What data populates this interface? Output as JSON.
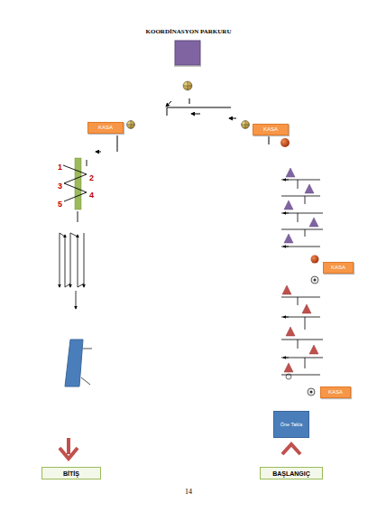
{
  "diagram": {
    "title": "KOORDİNASYON PARKURU",
    "nodes": [
      {
        "text": [
          "KASA"
        ]
      },
      {
        "text": [
          "KASA"
        ]
      },
      {
        "text": [
          "KASA"
        ]
      },
      {
        "text": [
          "KASA"
        ]
      },
      {
        "text": [
          "Öne Takla"
        ]
      },
      {
        "text": [
          "BİTİŞ"
        ]
      },
      {
        "text": [
          "BAŞLANGIÇ"
        ]
      }
    ],
    "labels": [
      "1",
      "2",
      "3",
      "4",
      "5",
      "14"
    ]
  }
}
